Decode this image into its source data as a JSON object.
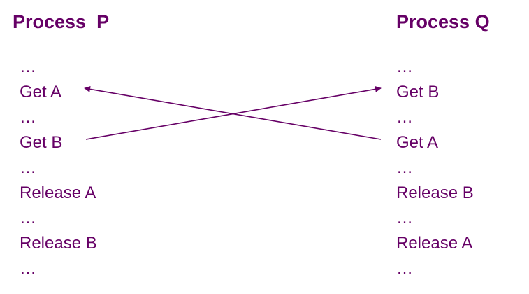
{
  "process_p": {
    "title": "Process  P",
    "lines": [
      "…",
      "Get A",
      "…",
      "Get B",
      "…",
      "Release A",
      "…",
      "Release B",
      "…"
    ]
  },
  "process_q": {
    "title": "Process Q",
    "lines": [
      "…",
      "Get B",
      "…",
      "Get A",
      "…",
      "Release B",
      "…",
      "Release A",
      "…"
    ]
  },
  "colors": {
    "text": "#660066",
    "arrow": "#660066"
  }
}
